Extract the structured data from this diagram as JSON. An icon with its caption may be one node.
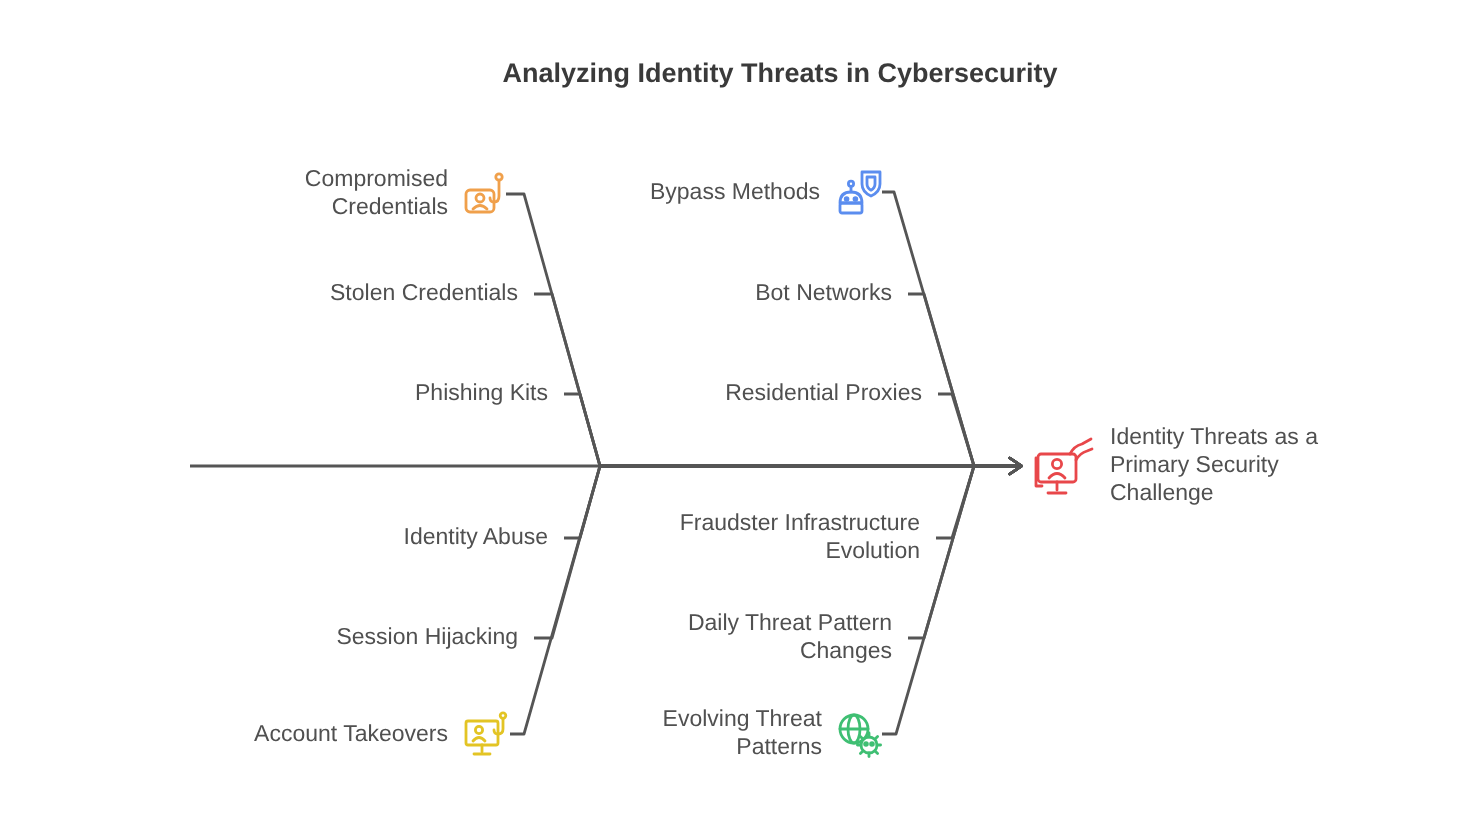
{
  "diagram": {
    "title": "Analyzing Identity Threats in Cybersecurity",
    "nodes": [
      {
        "text": [
          "Compromised Credentials"
        ]
      },
      {
        "text": [
          "Stolen Credentials"
        ]
      },
      {
        "text": [
          "Phishing Kits"
        ]
      },
      {
        "text": [
          "Bypass Methods"
        ]
      },
      {
        "text": [
          "Bot Networks"
        ]
      },
      {
        "text": [
          "Residential Proxies"
        ]
      },
      {
        "text": [
          "Identity Threats as a Primary Security Challenge"
        ]
      },
      {
        "text": [
          "Identity Abuse"
        ]
      },
      {
        "text": [
          "Session Hijacking"
        ]
      },
      {
        "text": [
          "Account Takeovers"
        ]
      },
      {
        "text": [
          "Fraudster Infrastructure Evolution"
        ]
      },
      {
        "text": [
          "Daily Threat Pattern Changes"
        ]
      },
      {
        "text": [
          "Evolving Threat Patterns"
        ]
      }
    ],
    "edges": [
      {
        "from": null,
        "to": 6,
        "arrow": "to"
      },
      {
        "from": 0,
        "to": 6,
        "arrow": "to"
      },
      {
        "from": 1,
        "to": 6,
        "arrow": "to"
      },
      {
        "from": 2,
        "to": 6,
        "arrow": "to"
      },
      {
        "from": 3,
        "to": 6,
        "arrow": "to"
      },
      {
        "from": 4,
        "to": 6,
        "arrow": "to"
      },
      {
        "from": 5,
        "to": 6,
        "arrow": "to"
      },
      {
        "from": 7,
        "to": 6,
        "arrow": "to"
      },
      {
        "from": 8,
        "to": 6,
        "arrow": "to"
      },
      {
        "from": 9,
        "to": 6,
        "arrow": "to"
      },
      {
        "from": 10,
        "to": 6,
        "arrow": "to"
      },
      {
        "from": 11,
        "to": 6,
        "arrow": "to"
      },
      {
        "from": 12,
        "to": 6,
        "arrow": "to"
      }
    ]
  }
}
